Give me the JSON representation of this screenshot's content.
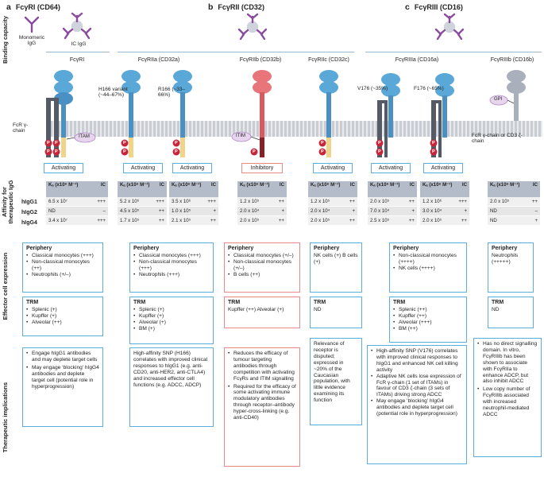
{
  "side_labels": {
    "binding": "Binding capacity",
    "affinity": "Affinity for therapeutic IgG",
    "expression": "Effector cell expression",
    "therapeutic": "Therapeutic implications"
  },
  "sections": [
    {
      "letter": "a",
      "title": "FcγRI (CD64)"
    },
    {
      "letter": "b",
      "title": "FcγRII (CD32)"
    },
    {
      "letter": "c",
      "title": "FcγRIII (CD16)"
    }
  ],
  "binding_labels": {
    "monomeric": "Monomeric IgG",
    "ic": "IC IgG"
  },
  "receptors": {
    "r1": "FcγRI",
    "r2a": "FcγRIIa (CD32a)",
    "r2b": "FcγRIIb (CD32b)",
    "r2c": "FcγRIIc (CD32c)",
    "r3a": "FcγRIIIa (CD16a)",
    "r3b": "FcγRIIIb (CD16b)"
  },
  "variants": {
    "h166": "H166 variant (~44–67%)",
    "r166": "R166 (~33–66%)",
    "v176": "V176 (~35%)",
    "f176": "F176 (~65%)"
  },
  "annotations": {
    "fcr_chain": "FcR γ-chain",
    "itam": "ITAM",
    "itim": "ITIM",
    "gpi": "GPI",
    "fcr_cd3": "FcR γ-chain or CD3 ζ-chain",
    "p": "P"
  },
  "signal_labels": {
    "s1": "Activating",
    "s2": "Activating",
    "s3": "Activating",
    "s4": "Inhibitory",
    "s5": "Activating",
    "s6": "Activating",
    "s7": "Activating"
  },
  "row_labels": {
    "g1": "hIgG1",
    "g2": "hIgG2",
    "g4": "hIgG4"
  },
  "ka_tables": [
    {
      "h": "Kₐ (x10⁶ M⁻¹)",
      "ic": "IC",
      "rows": [
        [
          "6.5 x 10⁷",
          "+++"
        ],
        [
          "ND",
          "–"
        ],
        [
          "3.4 x 10⁷",
          "+++"
        ]
      ]
    },
    {
      "h": "Kₐ (x10⁶ M⁻¹)",
      "ic": "IC",
      "rows": [
        [
          "5.2 x 10⁶",
          "+++"
        ],
        [
          "4.5 x 10⁵",
          "++"
        ],
        [
          "1.7 x 10⁵",
          "++"
        ]
      ]
    },
    {
      "h": "Kₐ (x10⁶ M⁻¹)",
      "ic": "IC",
      "rows": [
        [
          "3.5 x 10⁶",
          "+++"
        ],
        [
          "1.0 x 10⁵",
          "+"
        ],
        [
          "2.1 x 10⁵",
          "++"
        ]
      ]
    },
    {
      "h": "Kₐ (x10⁶ M⁻¹)",
      "ic": "IC",
      "rows": [
        [
          "1.2 x 10⁵",
          "++"
        ],
        [
          "2.0 x 10⁴",
          "+"
        ],
        [
          "2.0 x 10⁵",
          "++"
        ]
      ]
    },
    {
      "h": "Kₐ (x10⁶ M⁻¹)",
      "ic": "IC",
      "rows": [
        [
          "1.2 x 10⁵",
          "++"
        ],
        [
          "2.0 x 10⁴",
          "+"
        ],
        [
          "2.0 x 10⁵",
          "++"
        ]
      ]
    },
    {
      "h": "Kₐ (x10⁶ M⁻¹)",
      "ic": "IC",
      "rows": [
        [
          "2.0 x 10⁵",
          "++"
        ],
        [
          "7.0 x 10⁴",
          "+"
        ],
        [
          "2.5 x 10⁵",
          "++"
        ]
      ]
    },
    {
      "h": "Kₐ (x10⁶ M⁻¹)",
      "ic": "IC",
      "rows": [
        [
          "1.2 x 10⁶",
          "+++"
        ],
        [
          "3.0 x 10⁴",
          "+"
        ],
        [
          "2.0 x 10⁵",
          "++"
        ]
      ]
    },
    {
      "h": "Kₐ (x10⁶ M⁻¹)",
      "ic": "IC",
      "rows": [
        [
          "2.0 x 10⁵",
          "++"
        ],
        [
          "ND",
          "–"
        ],
        [
          "ND",
          "+"
        ]
      ]
    }
  ],
  "periphery": {
    "title": "Periphery",
    "r1": [
      "Classical monocytes (+++)",
      "Non-classical monocytes (++)",
      "Neutrophils (+/–)"
    ],
    "r2a": [
      "Classical monocytes (+++)",
      "Non-classical monocytes (+++)",
      "Neutrophils (+++)"
    ],
    "r2b": [
      "Classical monocytes (+/–)",
      "Non-classical monocytes (+/–)",
      "B cells (++)"
    ],
    "r2c": "NK cells (+) B cells (+)",
    "r3a": [
      "Non-classical monocytes (++++)",
      "NK cells (++++)"
    ],
    "r3b": "Neutrophils (+++++)"
  },
  "trm": {
    "title": "TRM",
    "r1": [
      "Splenic (+)",
      "Kupffer (+)",
      "Alveolar (++)"
    ],
    "r2a": [
      "Splenic (+)",
      "Kupffer (+)",
      "Alveolar (+)",
      "BM (+)"
    ],
    "r2b": "Kupffer (++) Alveolar (+)",
    "r2c": "ND",
    "r3a": [
      "Splenic (++)",
      "Kupffer (++)",
      "Alveolar (+++)",
      "BM (++)"
    ],
    "r3b": "ND"
  },
  "therapy": {
    "r1": [
      "Engage hIgG1 antibodies and may deplete target cells",
      "May engage ‘blocking’ hIgG4 antibodies and deplete target cell (potential role in hyperprogression)"
    ],
    "r2a": "High-affinity SNP (H166) correlates with improved clinical responses to hIgG1 (e.g. anti-CD20, anti-HER2, anti-CTLA4) and increased effector cell functions (e.g. ADCC, ADCP)",
    "r2b": [
      "Reduces the efficacy of tumour targeting antibodies through competition with activating FcγRs and ITIM signalling",
      "Required for the efficacy of some activating immune modulatory antibodies through receptor–antibody hyper-cross-linking (e.g. anti-CD40)"
    ],
    "r2c": "Relevance of receptor is disputed; expressed in ~20% of the Caucasian population, with little evidence examining its function",
    "r3a": [
      "High-affinity SNP (V176) correlates with improved clinical responses to hIgG1 and enhanced NK cell killing activity",
      "Adaptive NK cells lose expression of FcR γ-chain (1 set of ITAMs) in favour of CD3 ζ-chain (3 sets of ITAMs) driving strong ADCC",
      "May engage ‘blocking’ hIgG4 antibodies and deplete target cell (potential role in hyperprogression)"
    ],
    "r3b": [
      "Has no direct signalling domain. In vitro, FcγRIIIb has been shown to associate with FcγRIIa to enhance ADCP, but also inhibit ADCC",
      "Low copy number of FcγRIIIb associated with increased neutrophil-mediated ADCC"
    ]
  }
}
